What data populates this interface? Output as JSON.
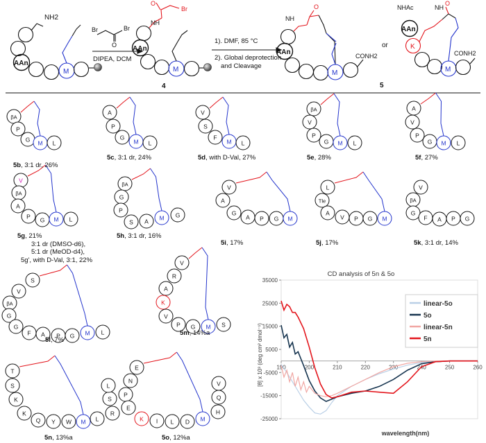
{
  "scheme": {
    "reagents_1": [
      "Br",
      "Br",
      "O",
      "DIPEA, DCM"
    ],
    "reagents_2": [
      "1). DMF, 85 °C",
      "2). Global deprotection",
      "and Cleavage"
    ],
    "start_labels": {
      "nh2": "NH2",
      "aan": "AAn",
      "m": "M"
    },
    "int_labels": {
      "br": "Br",
      "o": "O",
      "nh": "NH",
      "aan": "AAn",
      "m": "M"
    },
    "int_number": "4",
    "prod_labels": {
      "nh": "NH",
      "o": "O",
      "aan": "AAn",
      "m": "M",
      "conh2": "CONH2"
    },
    "or": "or",
    "prod2_labels": {
      "nhac": "NHAc",
      "aan": "AAn",
      "k": "K",
      "nh": "NH",
      "o": "O",
      "m": "M",
      "conh2": "CONH2"
    },
    "prod_number": "5"
  },
  "compounds": [
    {
      "id": "5b",
      "caption": ", 3:1 dr, 26%"
    },
    {
      "id": "5c",
      "caption": ", 3:1 dr, 24%"
    },
    {
      "id": "5d",
      "caption": ", with D-Val, 27%"
    },
    {
      "id": "5e",
      "caption": ", 28%"
    },
    {
      "id": "5f",
      "caption": ", 27%"
    },
    {
      "id": "5g",
      "caption": ", 21%"
    },
    {
      "id": "5h",
      "caption": ", 3:1 dr, 16%"
    },
    {
      "id": "5i",
      "caption": ", 17%"
    },
    {
      "id": "5j",
      "caption": ", 17%"
    },
    {
      "id": "5k",
      "caption": ", 3:1 dr, 14%"
    },
    {
      "id": "5l",
      "caption": ", 7%"
    },
    {
      "id": "5m",
      "caption": ", 14%a"
    },
    {
      "id": "5n",
      "caption": ", 13%a"
    },
    {
      "id": "5o",
      "caption": ", 12%a"
    }
  ],
  "g_notes": [
    "3:1 dr (DMSO-d6),",
    "5:1 dr (MeOD-d4),",
    "5g', with D-Val, 3:1, 22%"
  ],
  "chart_data": {
    "type": "line",
    "title": "CD analysis of 5n & 5o",
    "xlabel": "wavelength(nm)",
    "ylabel": "[θ] x 10³ (deg cm² dmol⁻¹)",
    "xlim": [
      190,
      260
    ],
    "ylim": [
      -25000,
      35000
    ],
    "xticks": [
      190,
      200,
      210,
      220,
      230,
      240,
      250,
      260
    ],
    "yticks": [
      35000,
      25000,
      15000,
      5000,
      -5000,
      -15000,
      -25000
    ],
    "ytick_labels": [
      "35000",
      "25000",
      "15000",
      "5000",
      "-5000",
      "-15000",
      "-25000"
    ],
    "xtick_labels": [
      "190",
      "200",
      "210",
      "220",
      "230",
      "240",
      "250",
      "260"
    ],
    "legend_placement": "top-right",
    "series": [
      {
        "name": "linear-5o",
        "color": "#b9cfe6",
        "x": [
          190,
          192,
          194,
          196,
          198,
          200,
          202,
          204,
          206,
          208,
          210,
          215,
          220,
          225,
          230,
          235,
          240,
          245,
          250,
          260
        ],
        "y": [
          -1500,
          -5000,
          -9000,
          -13000,
          -17000,
          -20000,
          -22500,
          -23000,
          -21500,
          -18000,
          -15000,
          -11000,
          -8000,
          -5500,
          -3500,
          -1800,
          -700,
          -200,
          0,
          0
        ]
      },
      {
        "name": "5o",
        "color": "#16344f",
        "x": [
          190,
          191,
          192,
          193,
          194,
          195,
          196,
          198,
          200,
          202,
          204,
          206,
          208,
          210,
          215,
          220,
          225,
          230,
          235,
          240,
          245,
          250,
          260
        ],
        "y": [
          15500,
          10000,
          11500,
          6000,
          8000,
          3000,
          4000,
          -2000,
          -8500,
          -13000,
          -16000,
          -17500,
          -16500,
          -15500,
          -14000,
          -13000,
          -11000,
          -8000,
          -4000,
          -1200,
          -300,
          0,
          0
        ]
      },
      {
        "name": "linear-5n",
        "color": "#f1a7a3",
        "x": [
          190,
          191,
          192,
          193,
          194,
          195,
          196,
          197,
          198,
          199,
          200,
          202,
          204,
          206,
          208,
          210,
          215,
          220,
          225,
          230,
          235,
          240,
          245,
          250,
          260
        ],
        "y": [
          -2000,
          -7000,
          -4000,
          -9000,
          -5000,
          -11000,
          -7000,
          -12500,
          -9000,
          -13500,
          -11000,
          -14000,
          -15000,
          -15500,
          -15000,
          -14000,
          -11000,
          -8000,
          -5000,
          -2500,
          -1000,
          -300,
          0,
          0,
          0
        ]
      },
      {
        "name": "5n",
        "color": "#e3141b",
        "x": [
          190,
          191,
          192,
          193,
          194,
          195,
          196,
          198,
          200,
          202,
          204,
          206,
          208,
          210,
          215,
          220,
          225,
          230,
          235,
          240,
          245,
          250,
          260
        ],
        "y": [
          26000,
          22000,
          24500,
          23500,
          21000,
          21000,
          19000,
          14000,
          6000,
          -3000,
          -10000,
          -14500,
          -16000,
          -15500,
          -13500,
          -13000,
          -13500,
          -14000,
          -9000,
          -2500,
          -300,
          0,
          0
        ]
      }
    ]
  }
}
